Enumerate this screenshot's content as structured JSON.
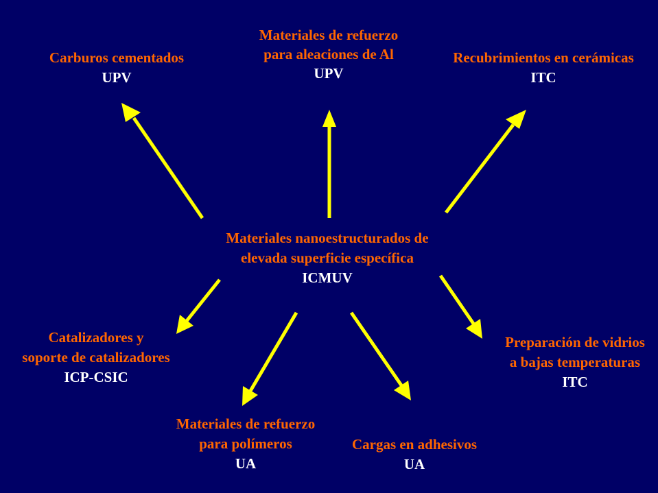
{
  "colors": {
    "background": "#000066",
    "title_text": "#FF6600",
    "org_text": "#FFFFFF",
    "arrow": "#FFFF00"
  },
  "center": {
    "title_lines": [
      "Materiales nanoestructurados de",
      "elevada superficie específica"
    ],
    "org": "ICMUV"
  },
  "nodes": [
    {
      "id": "carburos",
      "title_lines": [
        "Carburos cementados"
      ],
      "org": "UPV"
    },
    {
      "id": "refuerzo-al",
      "title_lines": [
        "Materiales de refuerzo",
        "para aleaciones de Al"
      ],
      "org": "UPV"
    },
    {
      "id": "ceramicas",
      "title_lines": [
        "Recubrimientos en cerámicas"
      ],
      "org": "ITC"
    },
    {
      "id": "catalizadores",
      "title_lines": [
        "Catalizadores y",
        "soporte de catalizadores"
      ],
      "org": "ICP-CSIC"
    },
    {
      "id": "polimeros",
      "title_lines": [
        "Materiales de refuerzo",
        "para polímeros"
      ],
      "org": "UA"
    },
    {
      "id": "adhesivos",
      "title_lines": [
        "Cargas en adhesivos"
      ],
      "org": "UA"
    },
    {
      "id": "vidrios",
      "title_lines": [
        "Preparación de vidrios",
        "a bajas temperaturas"
      ],
      "org": "ITC"
    }
  ]
}
